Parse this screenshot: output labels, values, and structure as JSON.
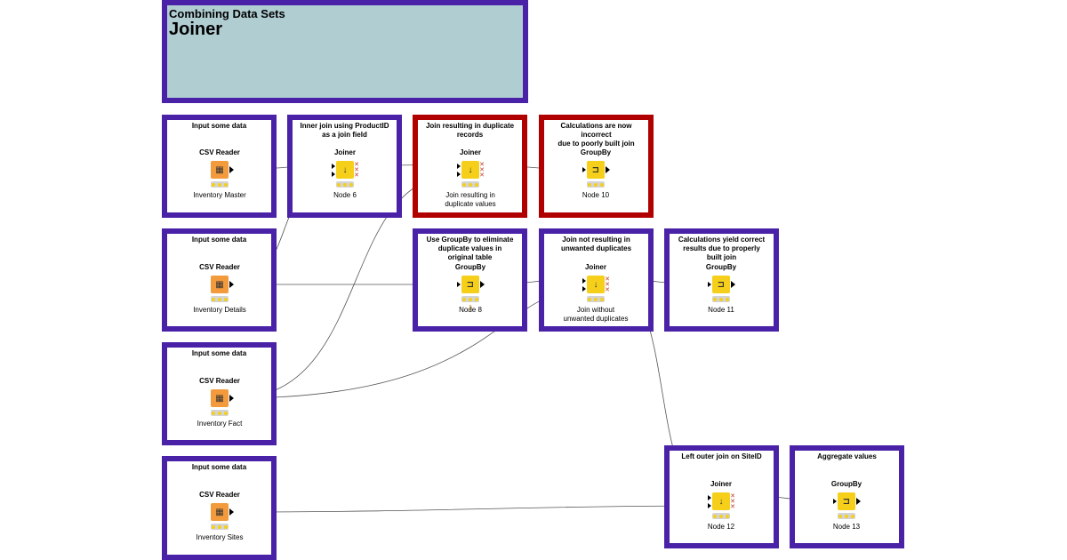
{
  "workflow": {
    "title_small": "Combining Data Sets",
    "title_big": "Joiner"
  },
  "annotations": [
    {
      "text": "Input some data"
    },
    {
      "text": "Inner join using ProductID\nas a join field"
    },
    {
      "text": "Join resulting in duplicate\nrecords"
    },
    {
      "text": "Calculations are now incorrect\ndue to poorly built join"
    },
    {
      "text": "Input some data"
    },
    {
      "text": "Use GroupBy to eliminate\nduplicate values in\noriginal table"
    },
    {
      "text": "Join not resulting in\nunwanted duplicates"
    },
    {
      "text": "Calculations yield correct\nresults due to properly\nbuilt join"
    },
    {
      "text": "Input some data"
    },
    {
      "text": "Input some data"
    },
    {
      "text": "Left outer join on SiteID"
    },
    {
      "text": "Aggregate values"
    }
  ],
  "nodes": [
    {
      "name": "CSV Reader",
      "label": "Inventory Master",
      "icon": "csv-reader-icon"
    },
    {
      "name": "Joiner",
      "label": "Node 6",
      "icon": "joiner-icon"
    },
    {
      "name": "Joiner",
      "label": "Join resulting in\nduplicate values",
      "icon": "joiner-icon"
    },
    {
      "name": "GroupBy",
      "label": "Node 10",
      "icon": "groupby-icon"
    },
    {
      "name": "CSV Reader",
      "label": "Inventory Details",
      "icon": "csv-reader-icon"
    },
    {
      "name": "GroupBy",
      "label": "Node 8",
      "icon": "groupby-icon",
      "warning": "!"
    },
    {
      "name": "Joiner",
      "label": "Join without\nunwanted duplicates",
      "icon": "joiner-icon"
    },
    {
      "name": "GroupBy",
      "label": "Node 11",
      "icon": "groupby-icon"
    },
    {
      "name": "CSV Reader",
      "label": "Inventory Fact",
      "icon": "csv-reader-icon"
    },
    {
      "name": "CSV Reader",
      "label": "Inventory Sites",
      "icon": "csv-reader-icon"
    },
    {
      "name": "Joiner",
      "label": "Node 12",
      "icon": "joiner-icon"
    },
    {
      "name": "GroupBy",
      "label": "Node 13",
      "icon": "groupby-icon"
    }
  ],
  "colors": {
    "annotation_border": "#4a22a8",
    "annotation_border_error": "#b00000",
    "title_background": "#b0cdd2",
    "reader_node": "#f39a3c",
    "manipulator_node": "#f5cf19"
  }
}
